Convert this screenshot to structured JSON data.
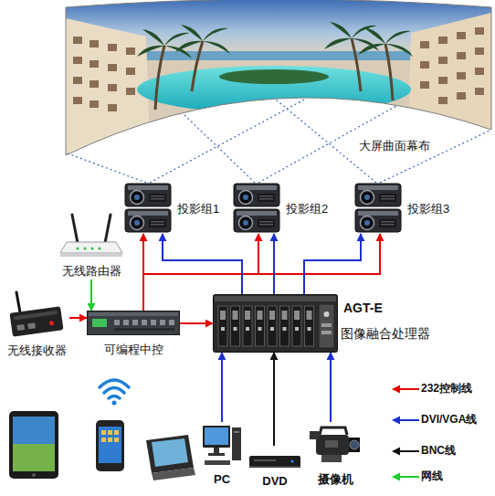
{
  "diagram": {
    "nodes": [
      {
        "text": [
          "投影组1"
        ]
      },
      {
        "text": [
          "投影组2"
        ]
      },
      {
        "text": [
          "投影组3"
        ]
      },
      {
        "text": [
          "无线路由器"
        ]
      },
      {
        "text": [
          "无线接收器"
        ]
      },
      {
        "text": [
          "可编程中控"
        ]
      },
      {
        "text": [
          "AGT-E",
          "图像融合处理器"
        ]
      },
      {
        "text": [
          "PC"
        ]
      },
      {
        "text": [
          "DVD"
        ]
      },
      {
        "text": [
          "摄像机"
        ]
      }
    ],
    "edges": [
      {
        "from": 4,
        "to": 5,
        "arrow": "to"
      },
      {
        "from": 3,
        "to": 5,
        "arrow": "to"
      },
      {
        "from": 5,
        "to": 6,
        "arrow": "to"
      },
      {
        "from": 5,
        "to": 0,
        "arrow": "to"
      },
      {
        "from": 5,
        "to": 1,
        "arrow": "to"
      },
      {
        "from": 5,
        "to": 2,
        "arrow": "to"
      },
      {
        "from": 6,
        "to": 0,
        "arrow": "to"
      },
      {
        "from": 6,
        "to": 1,
        "arrow": "to"
      },
      {
        "from": 6,
        "to": 2,
        "arrow": "to"
      },
      {
        "from": 7,
        "to": 6,
        "arrow": "to"
      },
      {
        "from": 8,
        "to": 6,
        "arrow": "to"
      },
      {
        "from": 9,
        "to": 6,
        "arrow": "to"
      }
    ],
    "labels": [
      "大屏曲面幕布"
    ],
    "legend": [
      {
        "text": "232控制线"
      },
      {
        "text": "DVI/VGA线"
      },
      {
        "text": "BNC线"
      },
      {
        "text": "网线"
      }
    ]
  }
}
